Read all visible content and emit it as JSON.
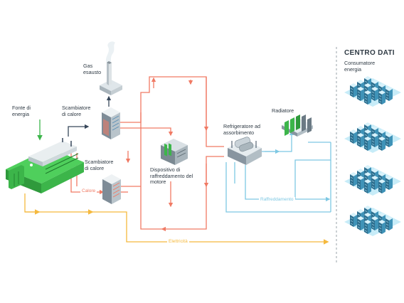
{
  "labels": {
    "gas": "Gas\nesausto",
    "fonte": "Fonte di\nenergia",
    "scambiatore_top": "Scambiatore\ndi calore",
    "scambiatore_bottom": "Scambiatore\ndi calore",
    "dispositivo": "Dispositivo di\nraffreddamento del\nmotore",
    "refrigeratore": "Refrigeratore ad\nassorbimento",
    "radiatore": "Radiatore",
    "centro_dati": "CENTRO DATI",
    "consumatore": "Consumatore\nenergia"
  },
  "flows": {
    "calore": "Calore",
    "raffreddamento": "Raffreddamento",
    "elettricita": "Elettricità"
  },
  "colors": {
    "heat": "#f07a64",
    "cooling": "#7ec8e3",
    "electricity": "#f5b93e",
    "energy": "#3cb54a",
    "dark": "#37475a"
  }
}
